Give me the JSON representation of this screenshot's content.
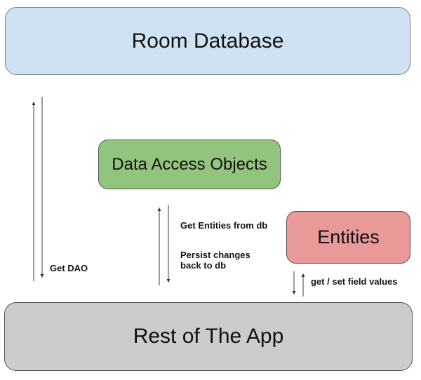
{
  "canvas": {
    "background": "#ffffff",
    "description": "Room Database architecture diagram"
  },
  "nodes": {
    "room_database": {
      "label": "Room Database",
      "fill": "#cfe2f3"
    },
    "dao": {
      "label": "Data Access Objects",
      "fill": "#93c47d"
    },
    "entities": {
      "label": "Entities",
      "fill": "#ea9999"
    },
    "rest_of_app": {
      "label": "Rest of The App",
      "fill": "#cccccc"
    }
  },
  "edges": {
    "get_dao": {
      "label": "Get DAO"
    },
    "get_entities": {
      "label": "Get Entities from db"
    },
    "persist": {
      "line1": "Persist changes",
      "line2": "back to db"
    },
    "get_set": {
      "label": "get / set field values"
    }
  },
  "arrow_color": "#333333"
}
